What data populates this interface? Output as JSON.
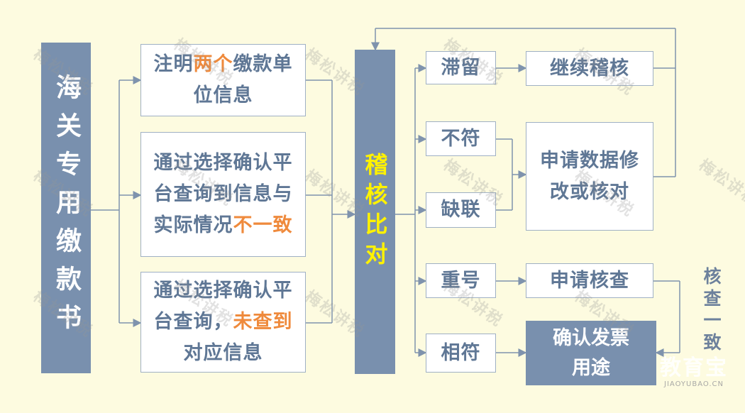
{
  "left_title": "海关专用缴款书",
  "center_title": "稽核比对",
  "inputs": [
    {
      "parts": [
        {
          "t": "注明"
        },
        {
          "t": "两个",
          "hl": true
        },
        {
          "t": "缴款单位信息"
        }
      ]
    },
    {
      "parts": [
        {
          "t": "通过选择确认平台查询到信息与实际情况"
        },
        {
          "t": "不一致",
          "hl": true
        }
      ]
    },
    {
      "parts": [
        {
          "t": "通过选择确认平台查询，"
        },
        {
          "t": "未查到",
          "hl": true
        },
        {
          "t": "对应信息"
        }
      ]
    }
  ],
  "results": [
    "滞留",
    "不符",
    "缺联",
    "重号",
    "相符"
  ],
  "actions": {
    "continue": "继续稽核",
    "apply_fix": "申请数据修改或核对",
    "apply_check": "申请核查",
    "confirm": "确认发票用途"
  },
  "side_label": "核查一致",
  "watermark": "梅松讲税",
  "logo": {
    "text": "教育宝",
    "sub": "JIAOYUBAO.CN"
  },
  "colors": {
    "highlight": "#ef8a3c",
    "yellow_text": "#fff200",
    "dark_box": "#7990ae",
    "box_text": "#5f7795"
  }
}
